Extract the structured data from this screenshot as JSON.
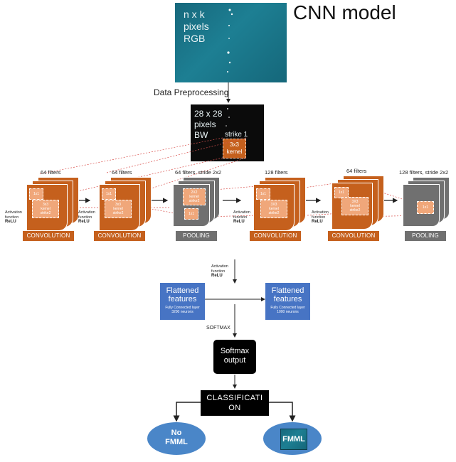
{
  "title": "CNN model",
  "input_image": {
    "lines": [
      "n x k",
      "pixels",
      "RGB"
    ]
  },
  "preprocessing_label": "Data Preprocessing",
  "preprocessed_image": {
    "lines": [
      "28 x 28",
      "pixels",
      "BW"
    ],
    "strike": "strike 1",
    "kernel_lines": [
      "3x3",
      "kernel"
    ]
  },
  "layers": [
    {
      "filters": "64 filters",
      "bar": "CONVOLUTION",
      "inner_a": "1x1",
      "inner_b": [
        "3x3",
        "kernel",
        "strike2"
      ]
    },
    {
      "filters": "64 filters",
      "bar": "CONVOLUTION",
      "inner_a": "1x1",
      "inner_b": [
        "3x3",
        "kernel",
        "strike2"
      ]
    },
    {
      "filters": "64 filters, stride 2x2",
      "bar": "POOLING",
      "inner_a": "1x1",
      "inner_b": [
        "2X2",
        "kernel",
        "strike2"
      ]
    },
    {
      "filters": "128 filters",
      "bar": "CONVOLUTION",
      "inner_a": "1x1",
      "inner_b": [
        "3X3",
        "kernel",
        "strike2"
      ]
    },
    {
      "filters": "64 filters",
      "bar": "CONVOLUTION",
      "inner_a": "1x1",
      "inner_b": [
        "3X3",
        "kernel",
        "strike2"
      ]
    },
    {
      "filters": "128 filters, stride 2x2",
      "bar": "POOLING",
      "inner_a": "1x1",
      "inner_b": []
    }
  ],
  "activation": {
    "line1": "Activation",
    "line2": "function",
    "line3": "ReLU"
  },
  "flattened_1": {
    "line1": "Flattened",
    "line2": "features",
    "sub1": "Fully Connected layer",
    "sub2": "3200 neurons"
  },
  "flattened_2": {
    "line1": "Flattened",
    "line2": "features",
    "sub1": "Fully Connected layer",
    "sub2": "1000 neurons"
  },
  "softmax_label": "SOFTMAX",
  "softmax_box": {
    "line1": "Softmax",
    "line2": "output"
  },
  "classification": {
    "line1": "CLASSIFICATI",
    "line2": "ON"
  },
  "outputs": {
    "left": [
      "No",
      "FMML"
    ],
    "right": "FMML"
  },
  "colors": {
    "orange": "#c5601d",
    "kernel": "#f0a77a",
    "blue": "#4774c4",
    "gray": "#707070",
    "ellipse": "#4a86c8"
  }
}
